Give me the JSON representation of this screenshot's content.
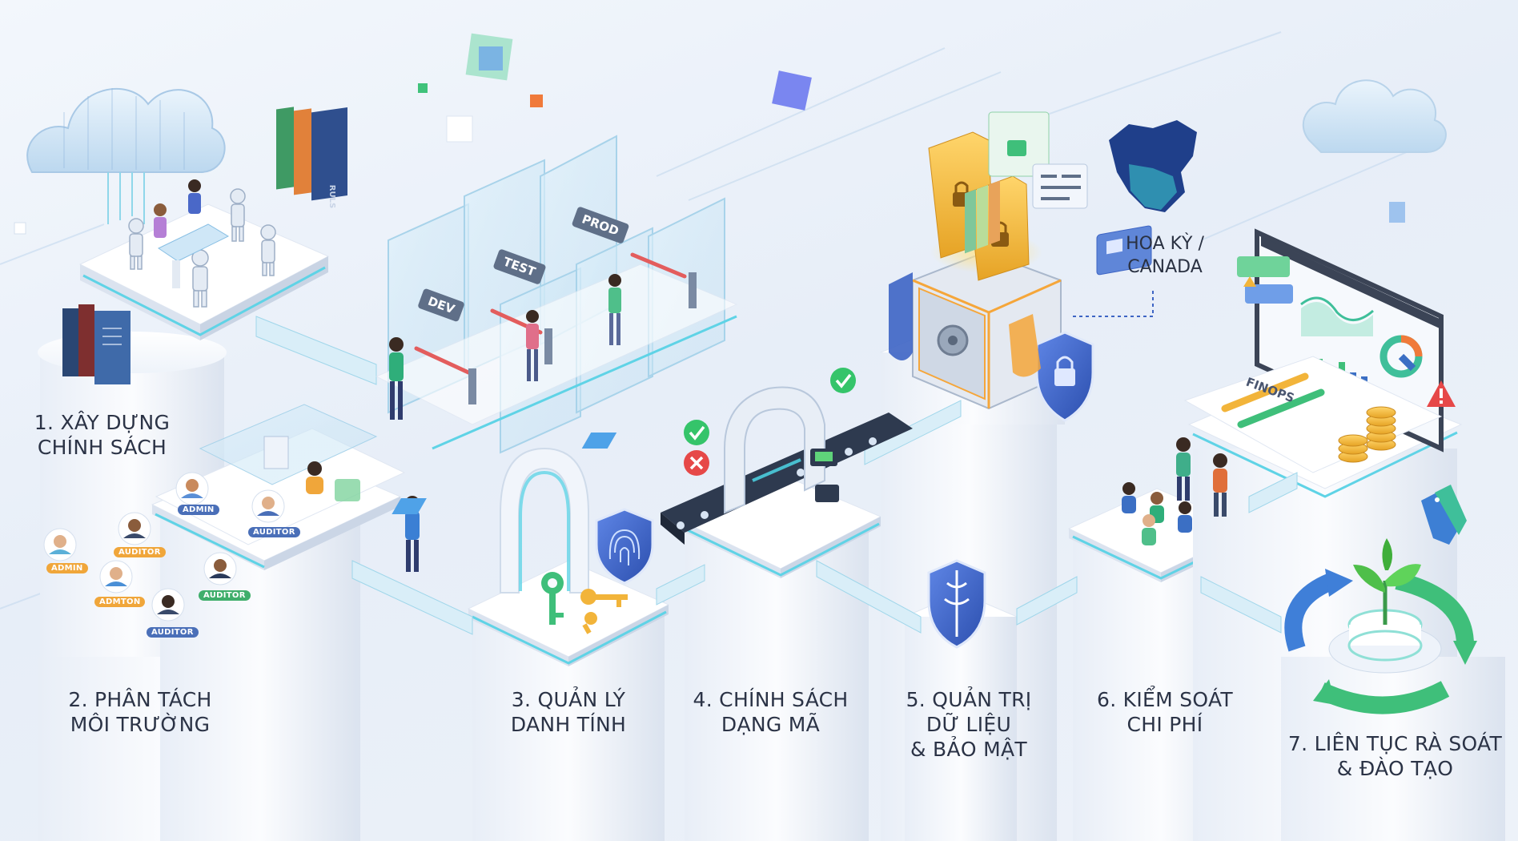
{
  "steps": [
    {
      "id": 1,
      "label": "1. XÂY DỰNG\nCHÍNH SÁCH"
    },
    {
      "id": 2,
      "label": "2. PHÂN TÁCH\nMÔI TRƯỜNG"
    },
    {
      "id": 3,
      "label": "3. QUẢN LÝ\nDANH TÍNH"
    },
    {
      "id": 4,
      "label": "4. CHÍNH SÁCH\nDẠNG MÃ"
    },
    {
      "id": 5,
      "label": "5. QUẢN TRỊ\nDỮ LIỆU\n& BẢO MẬT"
    },
    {
      "id": 6,
      "label": "6. KIỂM SOÁT\nCHI PHÍ"
    },
    {
      "id": 7,
      "label": "7. LIÊN TỤC RÀ SOÁT\n& ĐÀO TẠO"
    }
  ],
  "environments": {
    "dev": "DEV",
    "test": "TEST",
    "prod": "PROD"
  },
  "book_title": "RULS",
  "region": "HOA KỲ /\nCANADA",
  "finops": "FINOPS",
  "roles": {
    "admin": "ADMIN",
    "auditor": "AUDITOR",
    "admton": "ADMTON"
  },
  "colors": {
    "pillar": "#f7f9fd",
    "pillar_shade": "#dfe6f1",
    "glow": "#5fd3e6",
    "admin_badge": "#f0a63a",
    "auditor_badge": "#4a6fb8",
    "auditor_green_badge": "#3fae6b",
    "check": "#35c46a",
    "cross": "#e64848",
    "gold": "#f2b43a",
    "shield": "#3d64c4"
  },
  "icons": [
    "cloud-icon",
    "robot-icon",
    "book-icon",
    "glass-gate-icon",
    "person-icon",
    "arch-icon",
    "fingerprint-shield-icon",
    "key-icon",
    "scanner-icon",
    "check-icon",
    "cross-icon",
    "folder-lock-icon",
    "safe-icon",
    "shield-lock-icon",
    "map-icon",
    "medical-shield-icon",
    "dashboard-icon",
    "coin-icon",
    "price-tag-icon",
    "recycle-arrows-icon",
    "sprout-icon"
  ]
}
